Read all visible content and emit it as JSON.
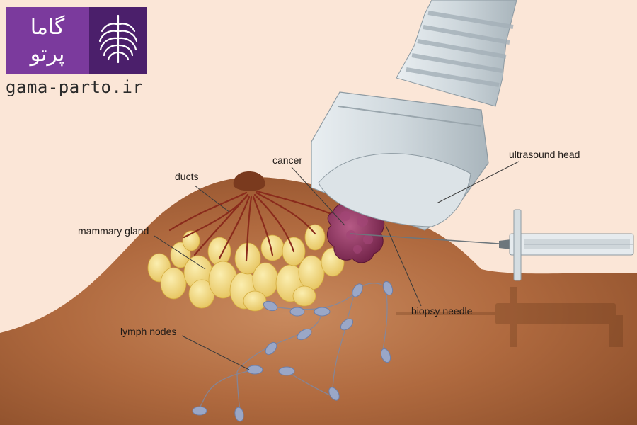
{
  "logo": {
    "line1": "گاما",
    "line2": "پرتو",
    "icon": "ribcage-icon",
    "brand_color": "#6a2f8c"
  },
  "website": "gama-parto.ir",
  "labels": {
    "ducts": "ducts",
    "cancer": "cancer",
    "ultrasound_head": "ultrasound head",
    "mammary_gland": "mammary gland",
    "biopsy_needle": "biopsy needle",
    "lymph_nodes": "lymph nodes"
  },
  "colors": {
    "background": "#fbe6d7",
    "skin": "#b06a3f",
    "skin_dark": "#8c4e2a",
    "gland": "#f2d77a",
    "tumor": "#8b2f5a",
    "duct": "#8a2b1c",
    "probe": "#cfd8dd",
    "lymph_node": "#9aa7c7"
  }
}
